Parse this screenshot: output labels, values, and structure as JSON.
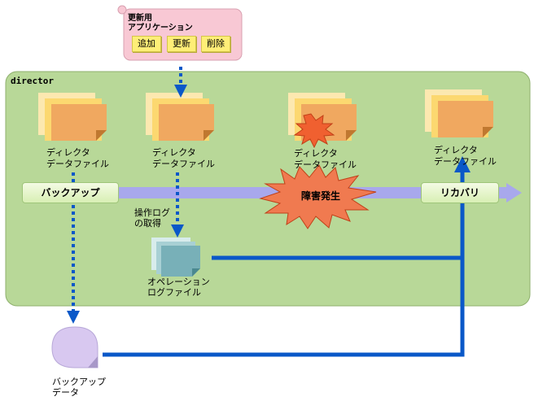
{
  "app": {
    "title": "更新用\nアプリケーション",
    "buttons": [
      "追加",
      "更新",
      "削除"
    ]
  },
  "director": {
    "label": "director"
  },
  "files": [
    {
      "line1": "ディレクタ",
      "line2": "データファイル"
    },
    {
      "line1": "ディレクタ",
      "line2": "データファイル"
    },
    {
      "line1": "ディレクタ",
      "line2": "データファイル"
    },
    {
      "line1": "ディレクタ",
      "line2": "データファイル"
    }
  ],
  "flow": {
    "backup_label": "バックアップ",
    "failure_label": "障害発生",
    "recovery_label": "リカバリ"
  },
  "oplog": {
    "source_line1": "操作ログ",
    "source_line2": "の取得",
    "file_line1": "オペレーション",
    "file_line2": "ログファイル"
  },
  "backup_data": {
    "line1": "バックアップ",
    "line2": "データ"
  },
  "colors": {
    "director_bg": "#b8d898",
    "file_orange": "#f0a860",
    "file_yellow": "#fce080",
    "arrow_blue": "#0a58c8",
    "flow_band": "#a8a8ec",
    "app_panel": "#f8c8d4",
    "button_yellow": "#ffee77",
    "burst_red": "#f06030",
    "backup_circle": "#d8c8f0",
    "oplog_teal": "#78b0b8"
  }
}
